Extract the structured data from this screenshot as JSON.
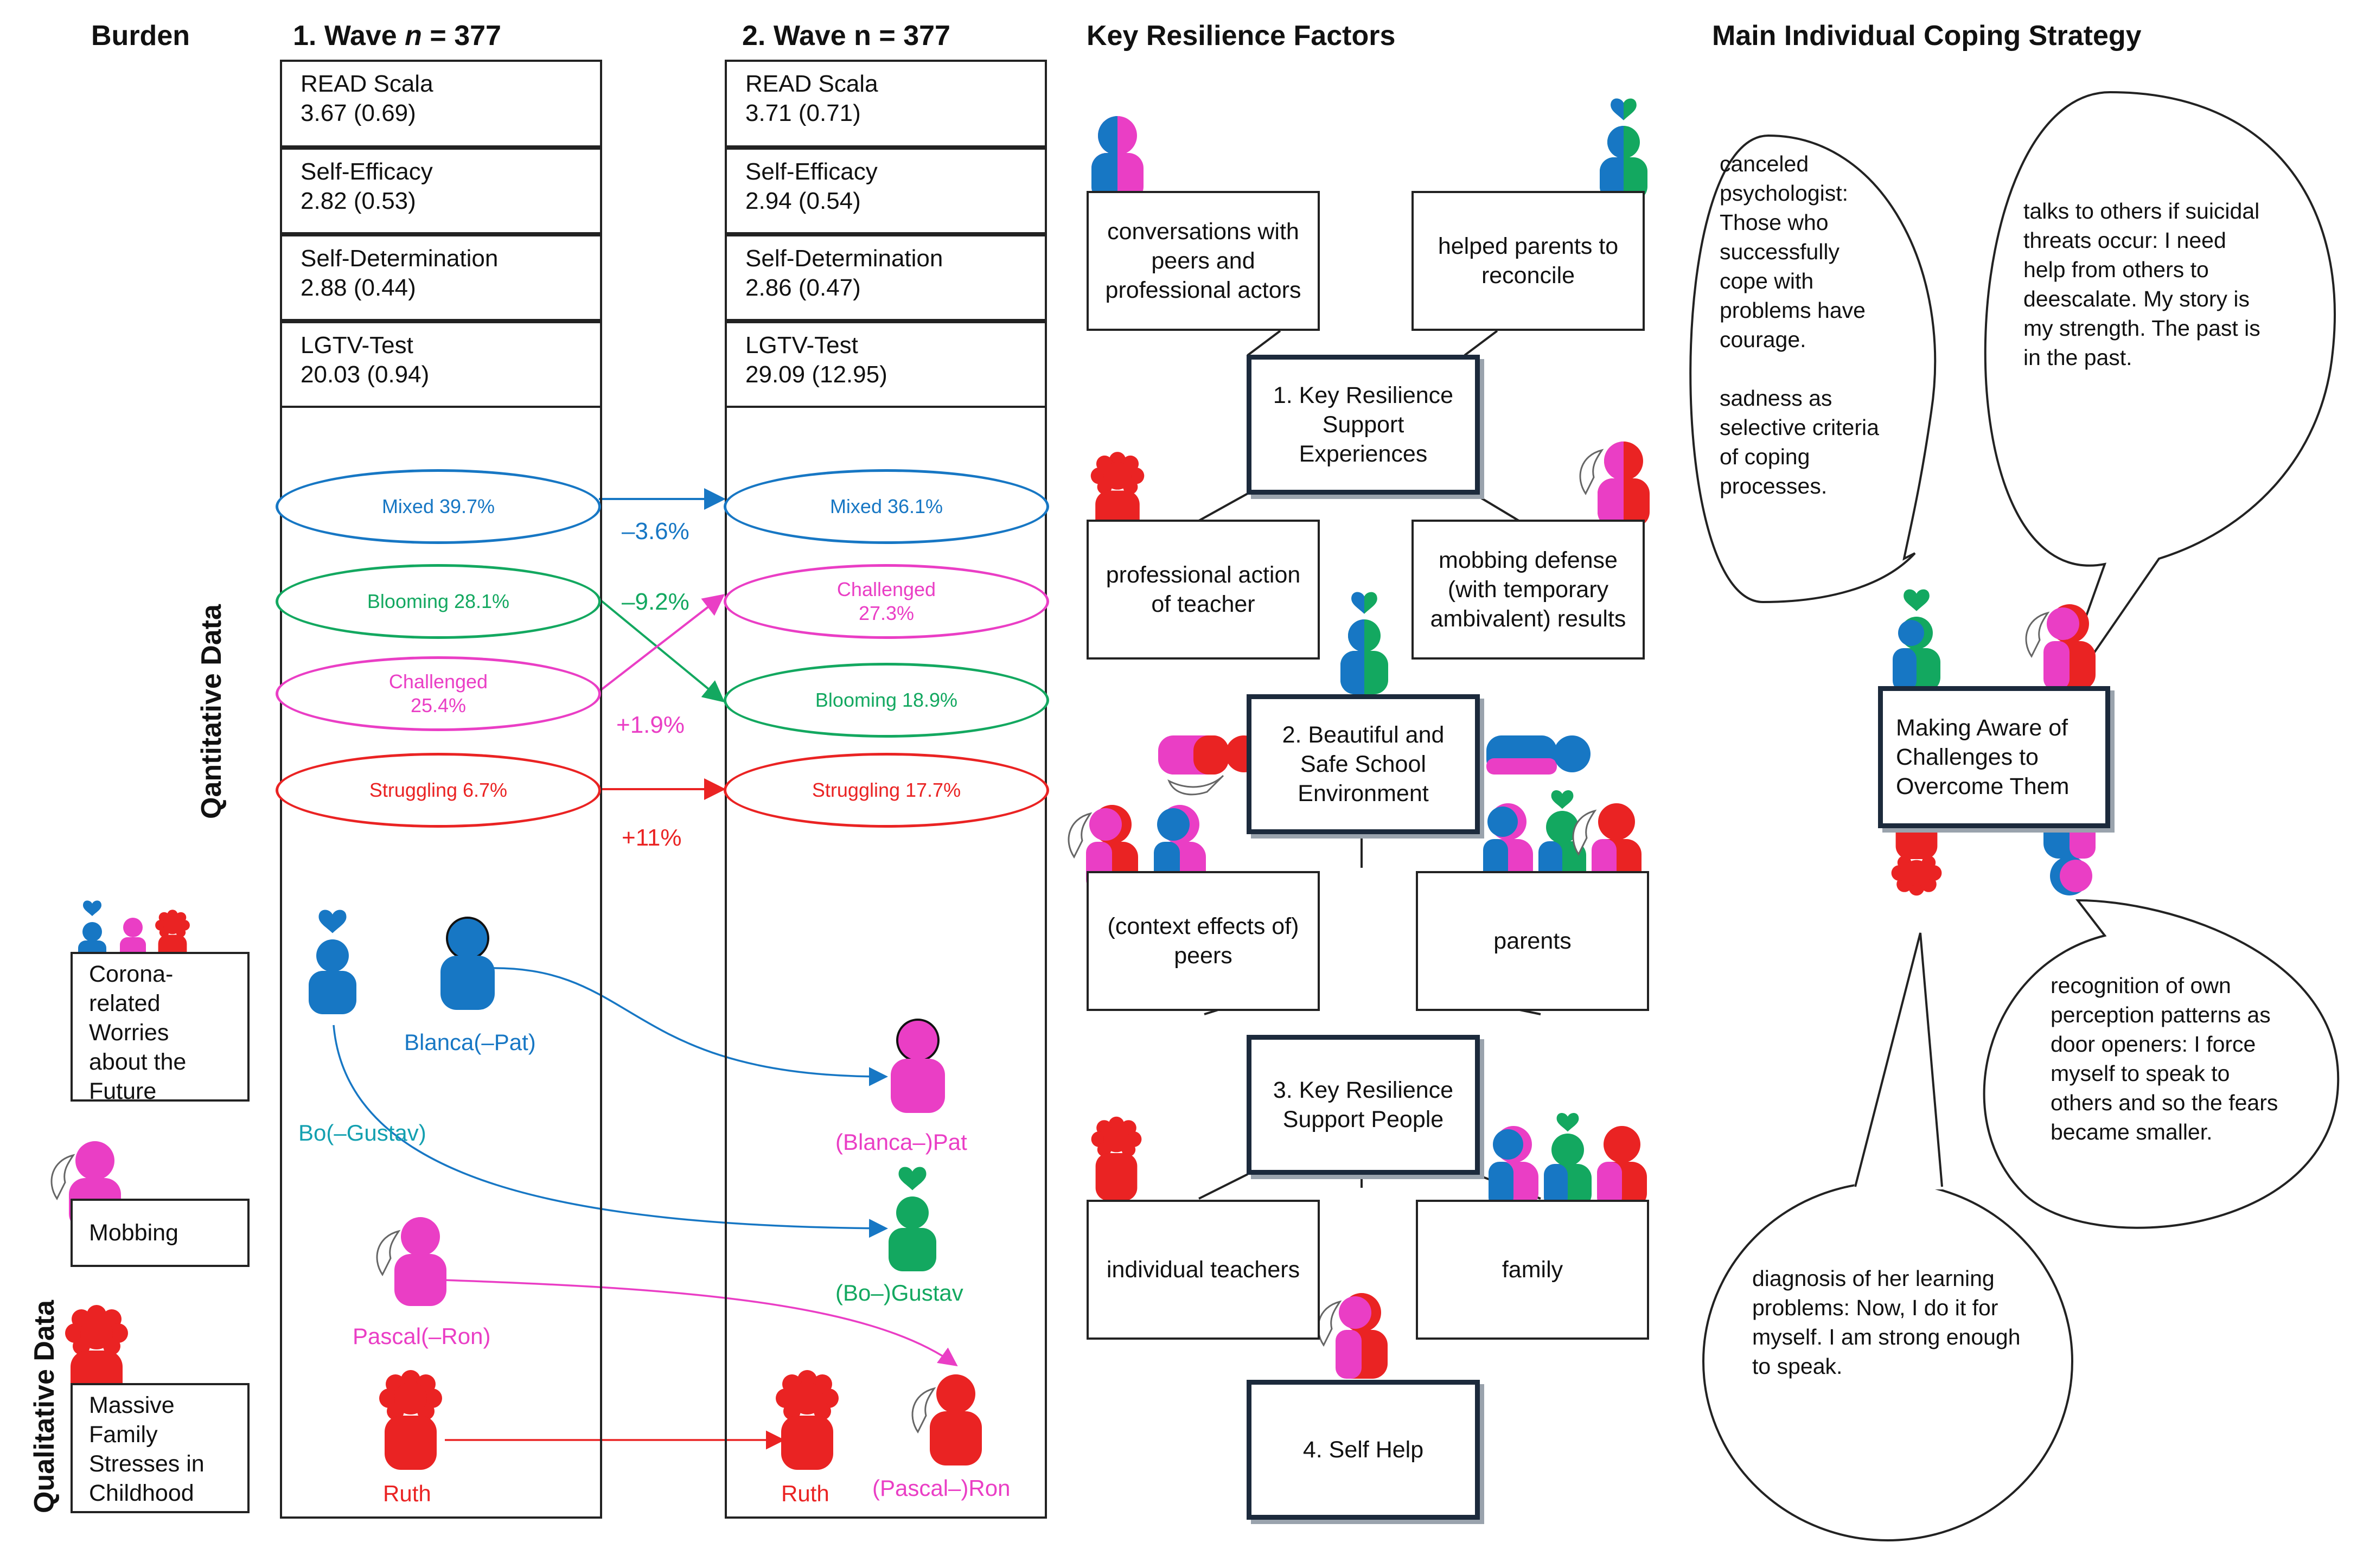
{
  "headers": {
    "burden": "Burden",
    "wave1_prefix": "1. Wave ",
    "wave1_n": "n",
    "wave1_count": " = 377",
    "wave2": "2. Wave n = 377",
    "resilience": "Key Resilience Factors",
    "coping": "Main Individual Coping Strategy"
  },
  "side_labels": {
    "quantitative": "Qantitative Data",
    "qualitative": "Qualitative Data"
  },
  "burden_items": [
    "Corona-related Worries about the Future",
    "Mobbing",
    "Massive Family Stresses in Childhood"
  ],
  "wave1": {
    "measures": [
      {
        "name": "READ Scala",
        "value": "3.67 (0.69)"
      },
      {
        "name": "Self-Efficacy",
        "value": "2.82 (0.53)"
      },
      {
        "name": "Self-Determination",
        "value": "2.88 (0.44)"
      },
      {
        "name": "LGTV-Test",
        "value": "20.03 (0.94)"
      }
    ],
    "groups": [
      {
        "label": "Mixed 39.7%",
        "color": "#1777c4"
      },
      {
        "label": "Blooming 28.1%",
        "color": "#13a860"
      },
      {
        "label": "Challenged 25.4%",
        "color": "#ea3ec5"
      },
      {
        "label": "Struggling 6.7%",
        "color": "#ea2323"
      }
    ],
    "persons": [
      "Bo(–Gustav)",
      "Blanca(–Pat)",
      "Pascal(–Ron)",
      "Ruth"
    ]
  },
  "wave2": {
    "measures": [
      {
        "name": "READ Scala",
        "value": "3.71 (0.71)"
      },
      {
        "name": "Self-Efficacy",
        "value": "2.94 (0.54)"
      },
      {
        "name": "Self-Determination",
        "value": "2.86 (0.47)"
      },
      {
        "name": "LGTV-Test",
        "value": "29.09 (12.95)"
      }
    ],
    "groups": [
      {
        "label": "Mixed 36.1%",
        "color": "#1777c4"
      },
      {
        "label": "Challenged 27.3%",
        "color": "#ea3ec5"
      },
      {
        "label": "Blooming 18.9%",
        "color": "#13a860"
      },
      {
        "label": "Struggling 17.7%",
        "color": "#ea2323"
      }
    ],
    "persons": [
      "(Blanca–)Pat",
      "(Bo–)Gustav",
      "Ruth",
      "(Pascal–)Ron"
    ]
  },
  "changes": [
    "–3.6%",
    "–9.2%",
    "+1.9%",
    "+11%"
  ],
  "resilience": {
    "categories": [
      "1. Key Resilience Support Experiences",
      "2. Beautiful and Safe School Environment",
      "3. Key Resilience Support People",
      "4. Self Help"
    ],
    "factors": [
      "conversations with peers and professional actors",
      "helped parents to reconcile",
      "professional action of teacher",
      "mobbing defense (with temporary ambivalent) results",
      "(context effects of) peers",
      "parents",
      "individual teachers",
      "family"
    ]
  },
  "coping": {
    "center": "Making Aware of Challenges to Overcome Them",
    "bubbles": [
      "canceled psychologist: Those who successfully cope with problems have courage.\n\nsadness as selective criteria of coping processes.",
      "talks to others if suicidal threats occur: I need help from others to deescalate. My story is my strength. The past is in the past.",
      "recognition of own perception patterns as door openers: I force myself to speak to others and so the fears became smaller.",
      "diagnosis of her learning problems: Now, I do it for myself. I am strong enough to speak."
    ]
  },
  "colors": {
    "blue": "#1777c4",
    "green": "#13a860",
    "magenta": "#ea3ec5",
    "red": "#ea2323",
    "dark_frame": "#1c2a3c"
  },
  "icons": [
    "person-blue-icon",
    "person-green-heart-icon",
    "person-magenta-icon",
    "person-red-curly-icon",
    "person-split-icon",
    "feather-icon"
  ]
}
